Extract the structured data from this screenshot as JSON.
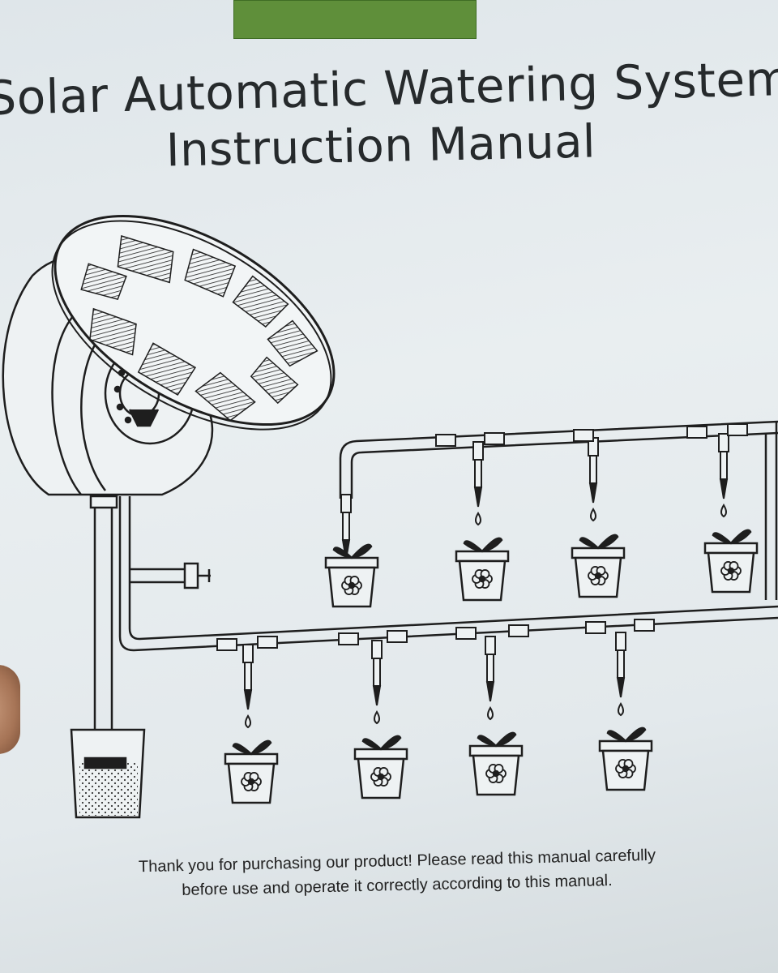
{
  "document": {
    "title_line_1": "Solar Automatic Watering System",
    "title_line_2": "Instruction Manual",
    "footer_line_1": "Thank you for purchasing our product! Please read this manual carefully",
    "footer_line_2": "before use and operate it correctly according to this manual."
  },
  "colors": {
    "brand_tab": "#5f8f3a",
    "line_art": "#1e1e1e",
    "paper": "#e6ecee"
  },
  "diagram": {
    "upper_pot_count": 4,
    "lower_pot_count": 4,
    "icons": [
      "solar-panel-icon",
      "pump-icon",
      "water-tank-icon",
      "dripper-icon",
      "flower-pot-icon"
    ]
  }
}
